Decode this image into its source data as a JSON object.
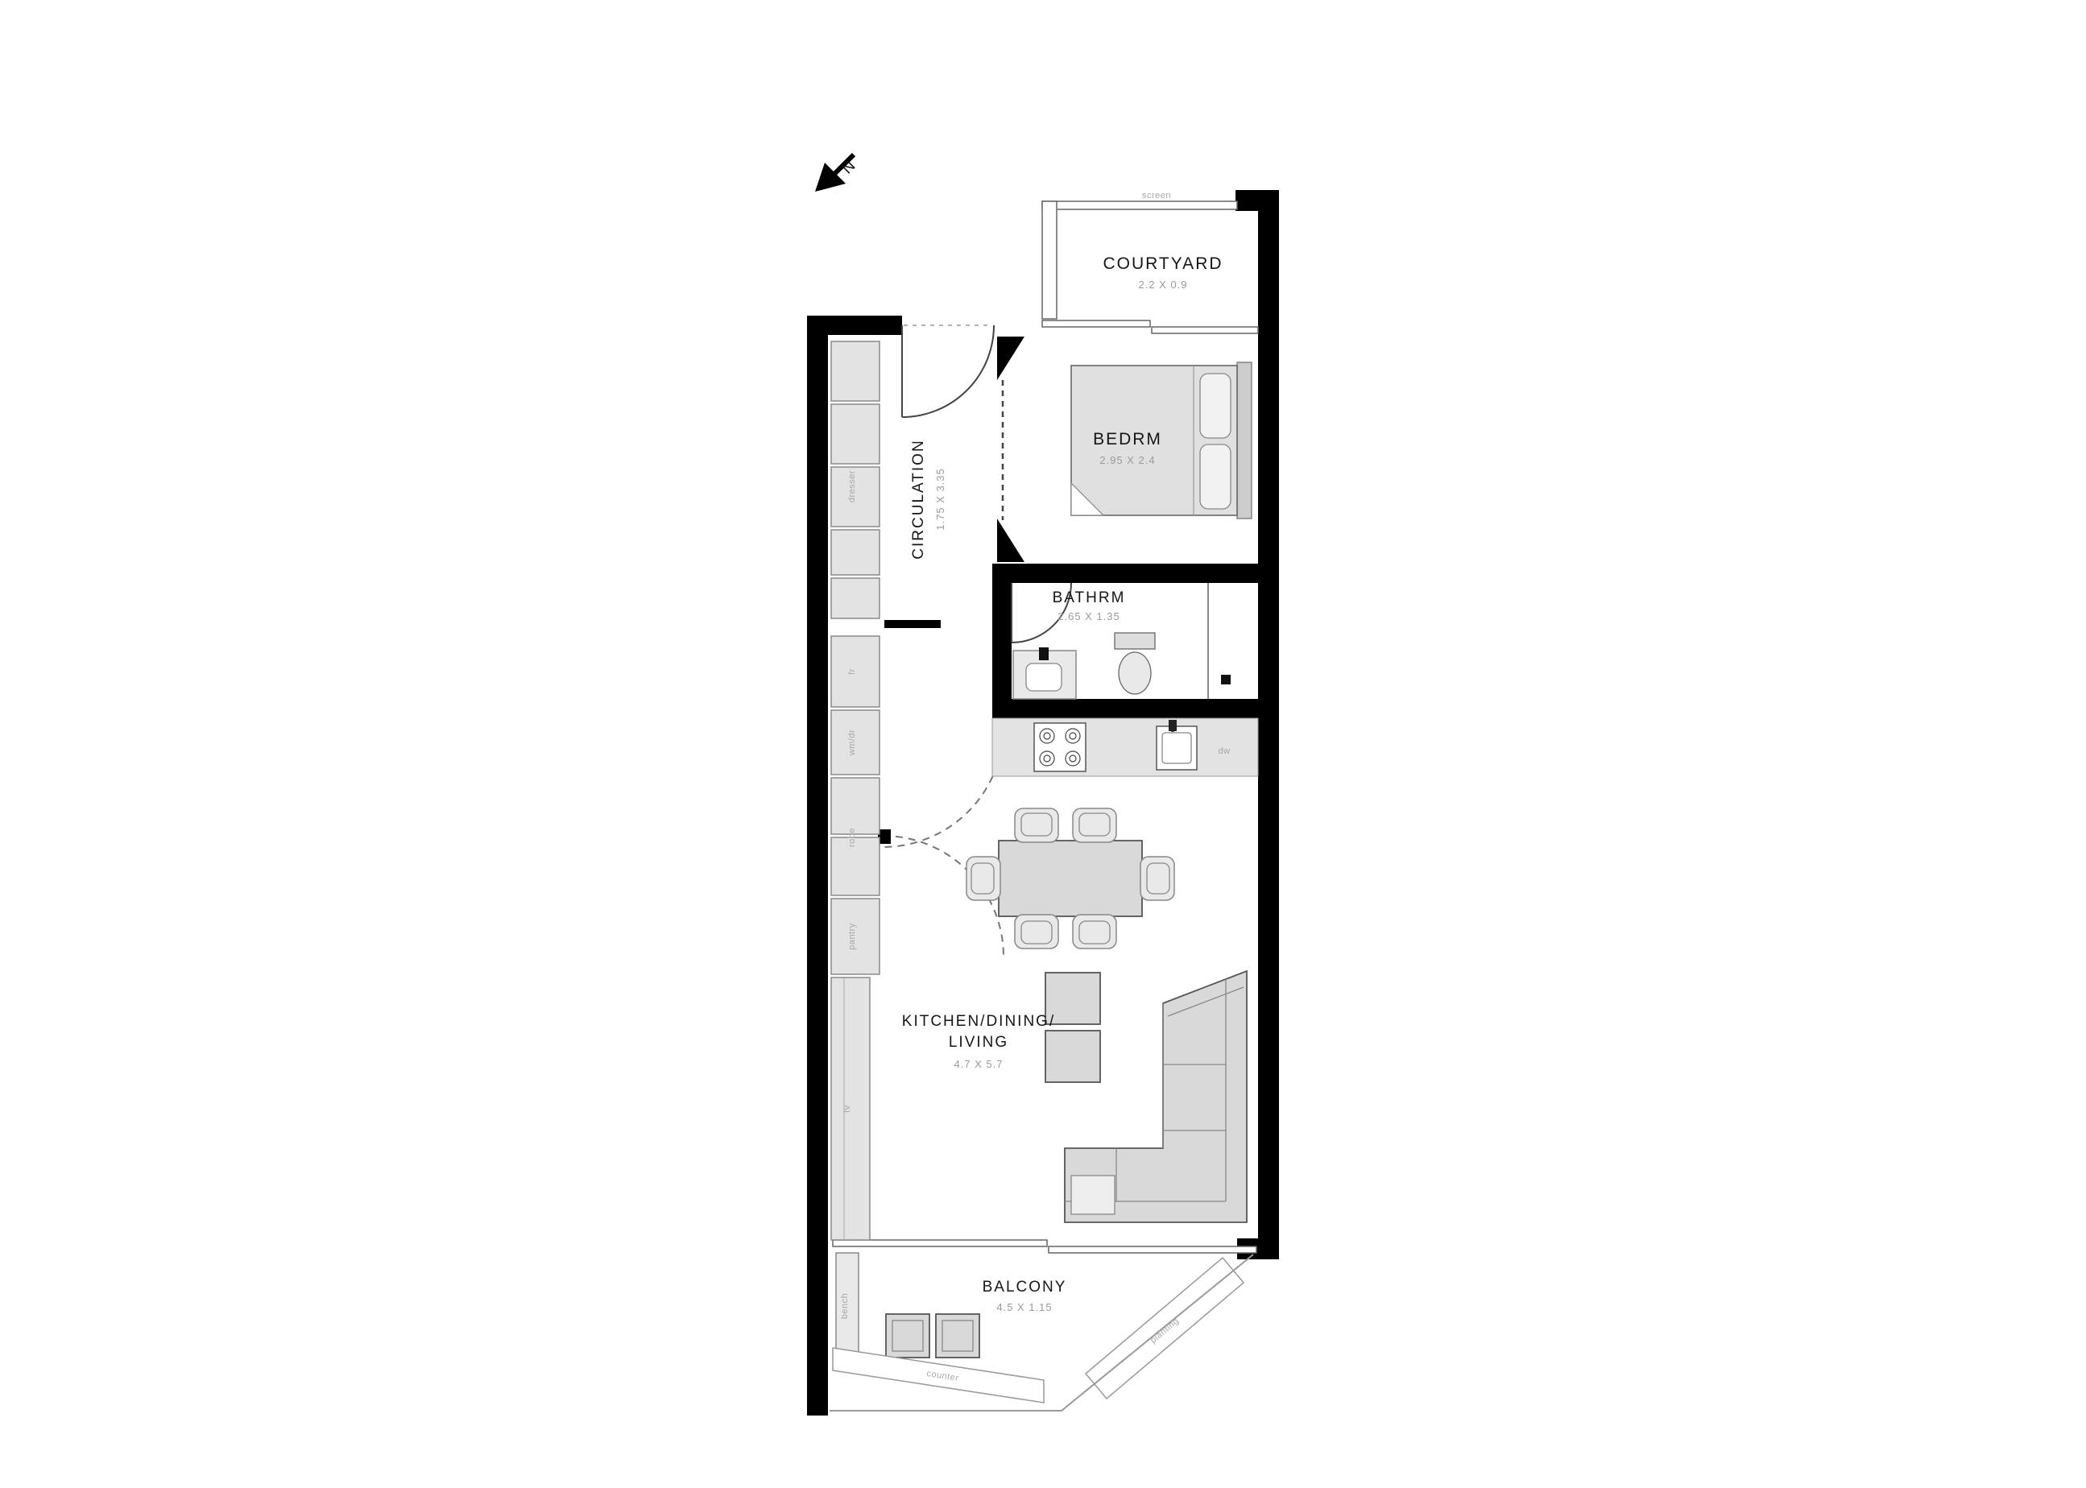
{
  "colors": {
    "wall": "#000000",
    "joinery_fill": "#e3e3e3",
    "furniture_fill": "#d9d9d9",
    "room_label": "#161616",
    "dim_label": "#9a9a9a",
    "tiny_label": "#a8a8a8"
  },
  "north": {
    "label": "N"
  },
  "rooms": {
    "courtyard": {
      "name": "COURTYARD",
      "dims": "2.2 X 0.9"
    },
    "bedroom": {
      "name": "BEDRM",
      "dims": "2.95 X 2.4"
    },
    "circulation": {
      "name": "CIRCULATION",
      "dims": "1.75 X 3.35"
    },
    "bathroom": {
      "name": "BATHRM",
      "dims": "2.65 X 1.35"
    },
    "living": {
      "line1": "KITCHEN/DINING/",
      "line2": "LIVING",
      "dims": "4.7 X 5.7"
    },
    "balcony": {
      "name": "BALCONY",
      "dims": "4.5 X 1.15"
    }
  },
  "labels": {
    "screen": "screen",
    "dresser": "dresser",
    "fridge": "fr",
    "washer_dryer": "wm/dr",
    "robe": "robe",
    "pantry": "pantry",
    "tv": "tv",
    "dishwasher": "dw",
    "bench": "bench",
    "counter": "counter",
    "planting": "planting"
  }
}
